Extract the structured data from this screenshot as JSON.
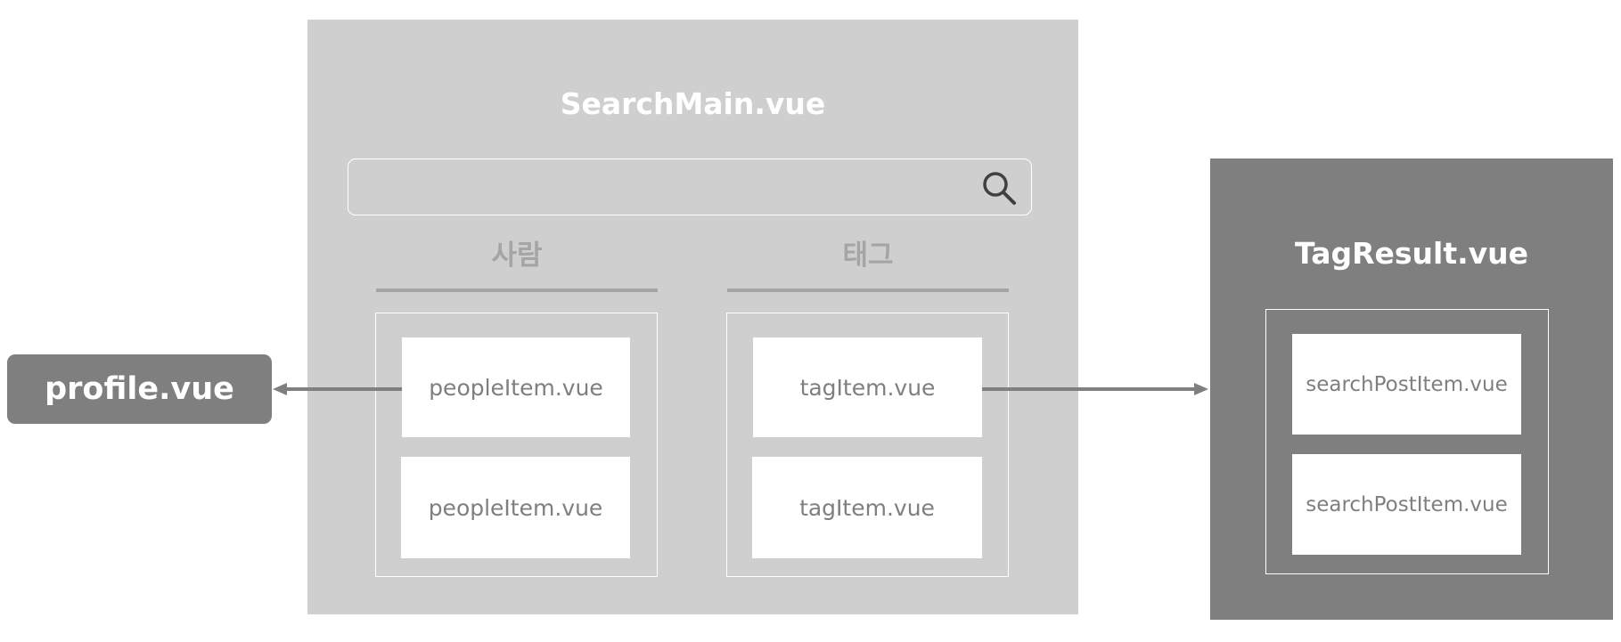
{
  "search_main": {
    "title": "SearchMain.vue",
    "search_icon": "search-icon",
    "tabs": [
      {
        "label": "사람",
        "items": [
          "peopleItem.vue",
          "peopleItem.vue"
        ]
      },
      {
        "label": "태그",
        "items": [
          "tagItem.vue",
          "tagItem.vue"
        ]
      }
    ]
  },
  "profile": {
    "label": "profile.vue"
  },
  "tag_result": {
    "title": "TagResult.vue",
    "items": [
      "searchPostItem.vue",
      "searchPostItem.vue"
    ]
  },
  "colors": {
    "container_light": "#d0cfd0",
    "container_dark": "#7f7f7f",
    "tab_text": "#a6a5a6",
    "item_text": "#7f7f7f",
    "white": "#ffffff"
  }
}
